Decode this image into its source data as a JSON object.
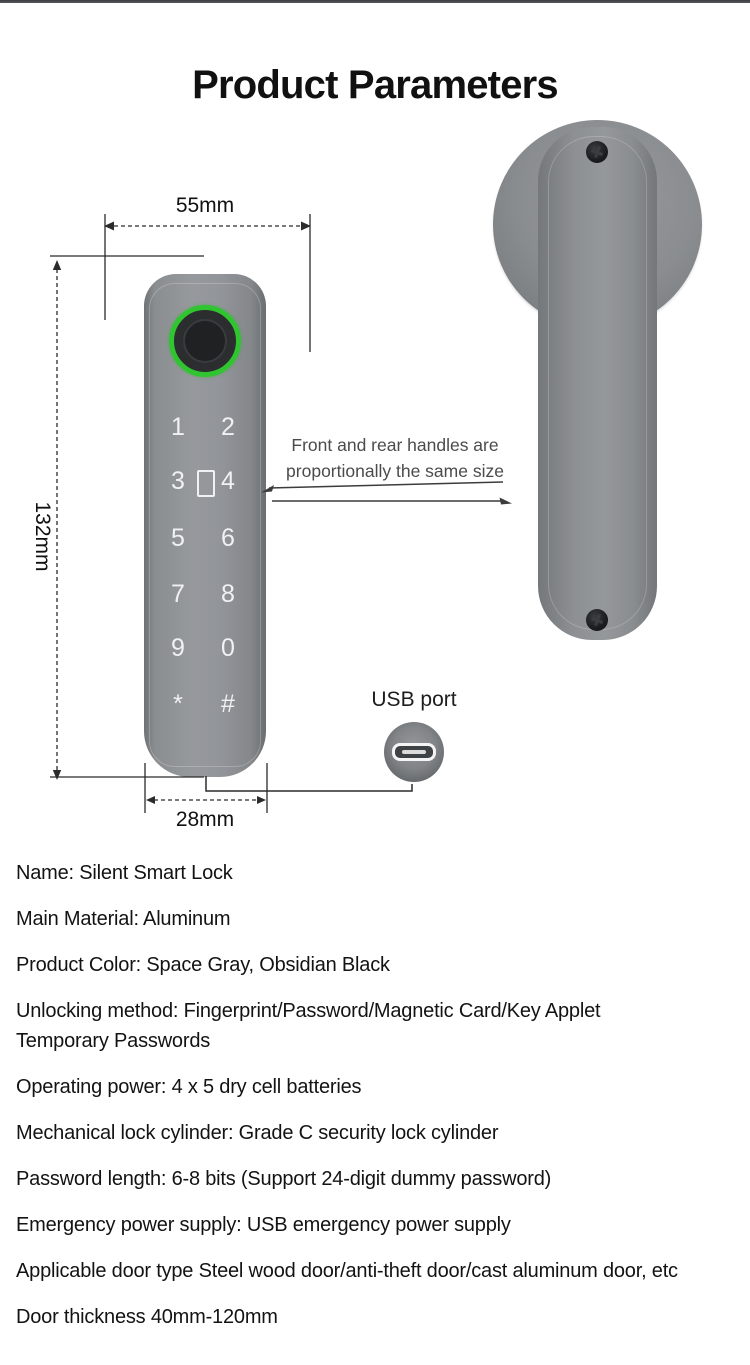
{
  "page": {
    "title": "Product Parameters"
  },
  "dimensions": {
    "top_width": "55mm",
    "height": "132mm",
    "bottom_width": "28mm"
  },
  "front_handle": {
    "keys": [
      "1",
      "2",
      "3",
      "4",
      "5",
      "6",
      "7",
      "8",
      "9",
      "0",
      "*",
      "#"
    ]
  },
  "annotations": {
    "note_line1": "Front and rear handles are",
    "note_line2": "proportionally the same size",
    "usb_label": "USB port"
  },
  "specs": {
    "items": [
      {
        "text": "Name: Silent Smart Lock"
      },
      {
        "text": "Main Material: Aluminum"
      },
      {
        "text": "Product Color: Space Gray, Obsidian Black"
      },
      {
        "text": "Unlocking method: Fingerprint/Password/Magnetic Card/Key Applet"
      },
      {
        "text": "Temporary Passwords"
      },
      {
        "text": "Operating power: 4 x 5 dry cell batteries"
      },
      {
        "text": "Mechanical lock cylinder: Grade C security lock cylinder"
      },
      {
        "text": "Password length: 6-8 bits (Support 24-digit dummy password)"
      },
      {
        "text": "Emergency power supply: USB emergency power supply"
      },
      {
        "text": "Applicable door type Steel wood door/anti-theft door/cast aluminum door, etc"
      },
      {
        "text": "Door thickness 40mm-120mm"
      }
    ]
  },
  "colors": {
    "fingerprint_ring": "#31c431",
    "handle_gray": "#8f9295",
    "dimension_line": "#2b2b2b"
  }
}
